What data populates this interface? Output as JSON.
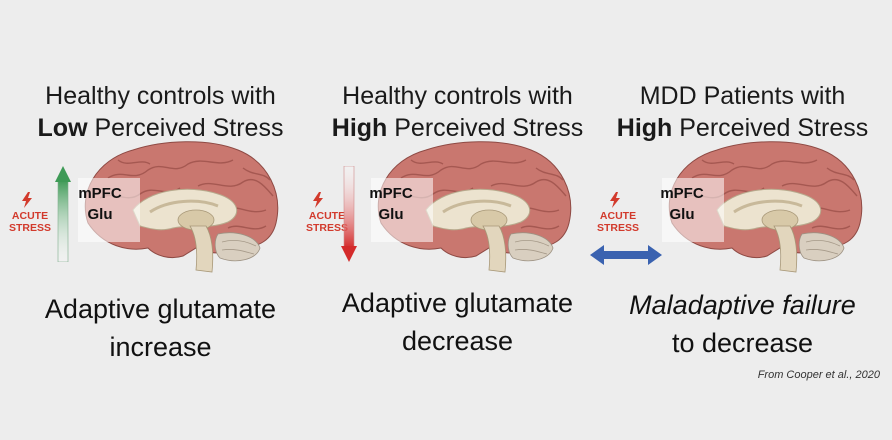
{
  "panels": [
    {
      "header_line1": "Healthy controls with",
      "header_bold": "Low",
      "header_rest": " Perceived Stress",
      "region_line1": "mPFC",
      "region_line2": "Glu",
      "acute_line1": "ACUTE",
      "acute_line2": "STRESS",
      "caption_line1": "Adaptive glutamate",
      "caption_line2": "increase",
      "arrow": "up",
      "arrow_color": "#3e9a56"
    },
    {
      "header_line1": "Healthy controls with",
      "header_bold": "High",
      "header_rest": " Perceived Stress",
      "region_line1": "mPFC",
      "region_line2": "Glu",
      "acute_line1": "ACUTE",
      "acute_line2": "STRESS",
      "caption_line1": "Adaptive glutamate",
      "caption_line2": "decrease",
      "arrow": "down",
      "arrow_color": "#d42b2b"
    },
    {
      "header_line1": "MDD Patients with",
      "header_bold": "High",
      "header_rest": " Perceived Stress",
      "region_line1": "mPFC",
      "region_line2": "Glu",
      "acute_line1": "ACUTE",
      "acute_line2": "STRESS",
      "caption_italic": "Maladaptive failure",
      "caption_line2": "to decrease",
      "arrow": "bidirectional",
      "arrow_color": "#3a62b0"
    }
  ],
  "credit": "From Cooper et al., 2020",
  "colors": {
    "background": "#ededed",
    "brain_cortex": "#c9776f",
    "brain_white": "#ece3cf",
    "acute_text": "#d23a2c"
  }
}
